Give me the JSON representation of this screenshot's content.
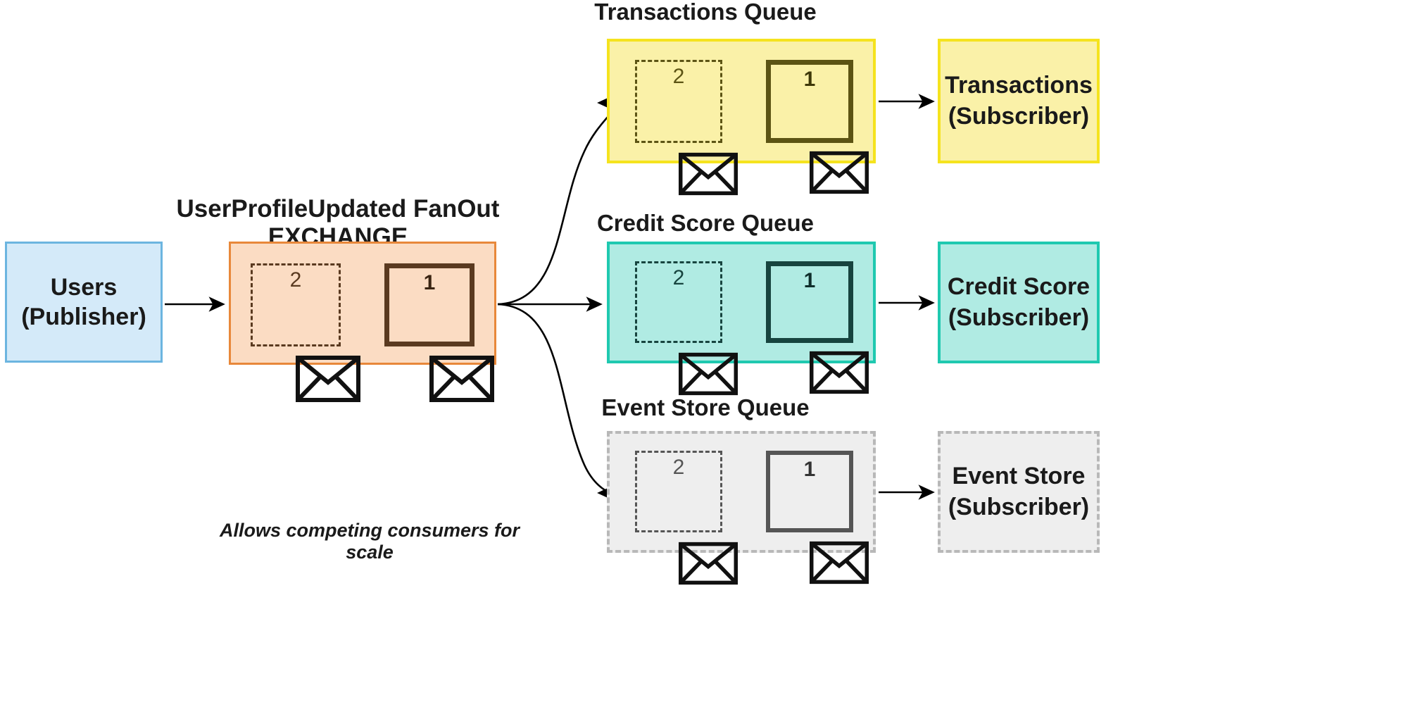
{
  "diagram": {
    "title": "UserProfileUpdated FanOut EXCHANGE",
    "caption": "Allows competing consumers for scale"
  },
  "publisher": {
    "line1": "Users",
    "line2": "(Publisher)",
    "fill": "#d4eaf9",
    "border": "#6cb5e0"
  },
  "exchange": {
    "title": "UserProfileUpdated FanOut EXCHANGE",
    "fill": "#fbdcc3",
    "border": "#e8883a",
    "slots": [
      {
        "label": "2",
        "style": "dashed",
        "icon": "envelope-icon"
      },
      {
        "label": "1",
        "style": "solid",
        "icon": "envelope-icon"
      }
    ]
  },
  "rows": [
    {
      "key": "transactions",
      "queue_title": "Transactions Queue",
      "subscriber_line1": "Transactions",
      "subscriber_line2": "(Subscriber)",
      "fill": "#faf1a8",
      "border": "#f5e31e",
      "accent": "#5c5414",
      "border_style": "solid",
      "slots": [
        {
          "label": "2",
          "style": "dashed",
          "icon": "envelope-icon"
        },
        {
          "label": "1",
          "style": "solid",
          "icon": "envelope-icon"
        }
      ]
    },
    {
      "key": "credit-score",
      "queue_title": "Credit Score Queue",
      "subscriber_line1": "Credit Score",
      "subscriber_line2": "(Subscriber)",
      "fill": "#b0ebe3",
      "border": "#1fc9b0",
      "accent": "#17443f",
      "border_style": "solid",
      "slots": [
        {
          "label": "2",
          "style": "dashed",
          "icon": "envelope-icon"
        },
        {
          "label": "1",
          "style": "solid",
          "icon": "envelope-icon"
        }
      ]
    },
    {
      "key": "event-store",
      "queue_title": "Event Store Queue",
      "subscriber_line1": "Event Store",
      "subscriber_line2": "(Subscriber)",
      "fill": "#eeeeee",
      "border": "#b8b8b8",
      "accent": "#555555",
      "border_style": "dashed",
      "slots": [
        {
          "label": "2",
          "style": "dashed",
          "icon": "envelope-icon"
        },
        {
          "label": "1",
          "style": "solid",
          "icon": "envelope-icon"
        }
      ]
    }
  ],
  "connections": {
    "publisher_to_exchange": "arrow-right",
    "exchange_fanout": "fanout-arrows",
    "queue_to_subscriber": "arrow-right"
  }
}
